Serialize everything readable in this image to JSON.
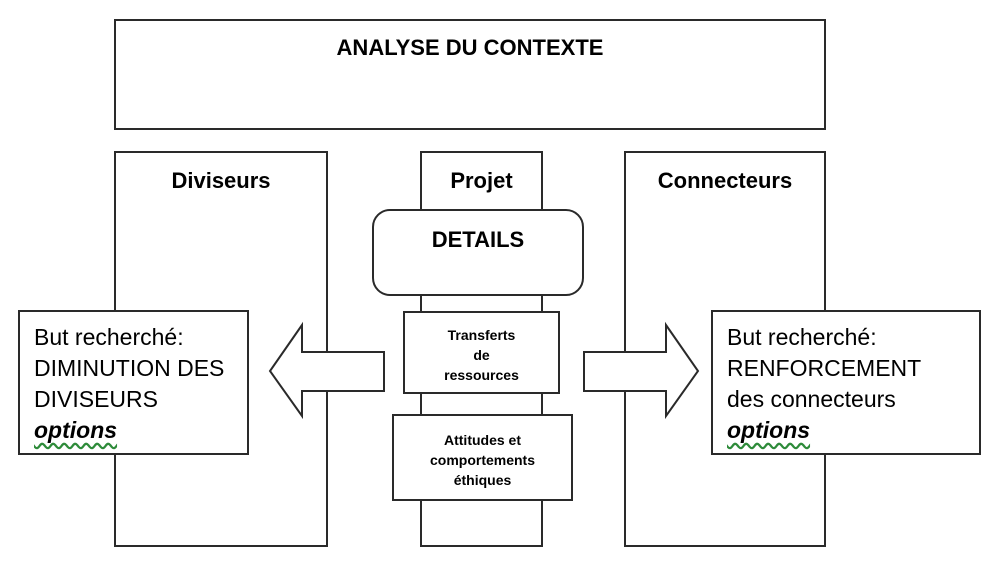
{
  "context": {
    "title": "ANALYSE DU CONTEXTE"
  },
  "left_column": {
    "title": "Diviseurs"
  },
  "center_column": {
    "title": "Projet"
  },
  "right_column": {
    "title": "Connecteurs"
  },
  "details": {
    "label": "DETAILS"
  },
  "transfers": {
    "line1": "Transferts",
    "line2": "de",
    "line3": "ressources"
  },
  "attitudes": {
    "line1": "Attitudes et",
    "line2": "comportements",
    "line3": "éthiques"
  },
  "left_goal": {
    "line1": "But recherché:",
    "line2": "DIMINUTION DES",
    "line3": "DIVISEURS",
    "options": "options"
  },
  "right_goal": {
    "line1": "But recherché:",
    "line2": "RENFORCEMENT",
    "line3": "des connecteurs",
    "options": "options"
  }
}
